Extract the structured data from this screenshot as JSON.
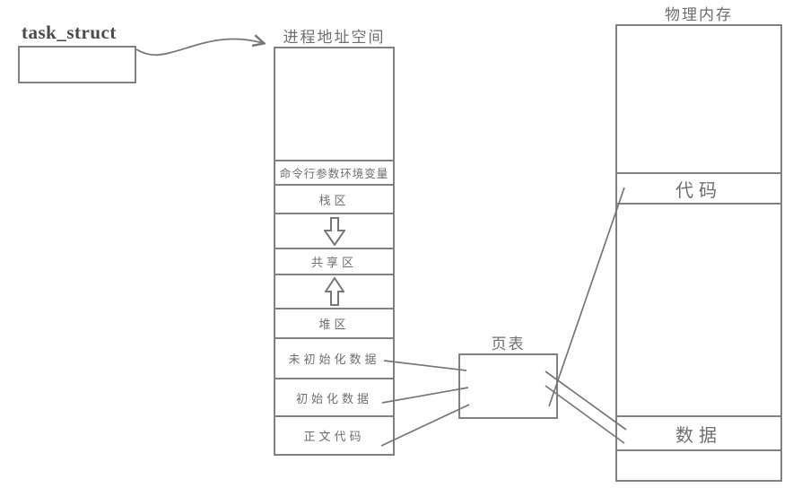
{
  "task_struct": {
    "label": "task_struct"
  },
  "address_space": {
    "title": "进程地址空间",
    "segments": [
      {
        "name": "reserved-top",
        "label": ""
      },
      {
        "name": "cmdline-args-env-vars",
        "label": "命令行参数环境变量"
      },
      {
        "name": "stack-area",
        "label": "栈区"
      },
      {
        "name": "growth-direction-down",
        "label": "",
        "icon": "block-arrow-down"
      },
      {
        "name": "shared-area",
        "label": "共享区"
      },
      {
        "name": "growth-direction-up",
        "label": "",
        "icon": "block-arrow-up"
      },
      {
        "name": "heap-area",
        "label": "堆区"
      },
      {
        "name": "uninitialized-data",
        "label": "未初始化数据"
      },
      {
        "name": "initialized-data",
        "label": "初始化数据"
      },
      {
        "name": "text-code",
        "label": "正文代码"
      }
    ]
  },
  "page_table": {
    "title": "页表"
  },
  "physical_memory": {
    "title": "物理内存",
    "segments": [
      {
        "name": "free-top",
        "label": ""
      },
      {
        "name": "code",
        "label": "代码"
      },
      {
        "name": "free-middle",
        "label": ""
      },
      {
        "name": "data",
        "label": "数据"
      },
      {
        "name": "free-bottom",
        "label": ""
      }
    ]
  },
  "colors": {
    "stroke": "#818181",
    "connector": "#767676",
    "label_text": "#6e6e6e",
    "task_struct_text": "#4a4a4a",
    "background": "#ffffff"
  }
}
